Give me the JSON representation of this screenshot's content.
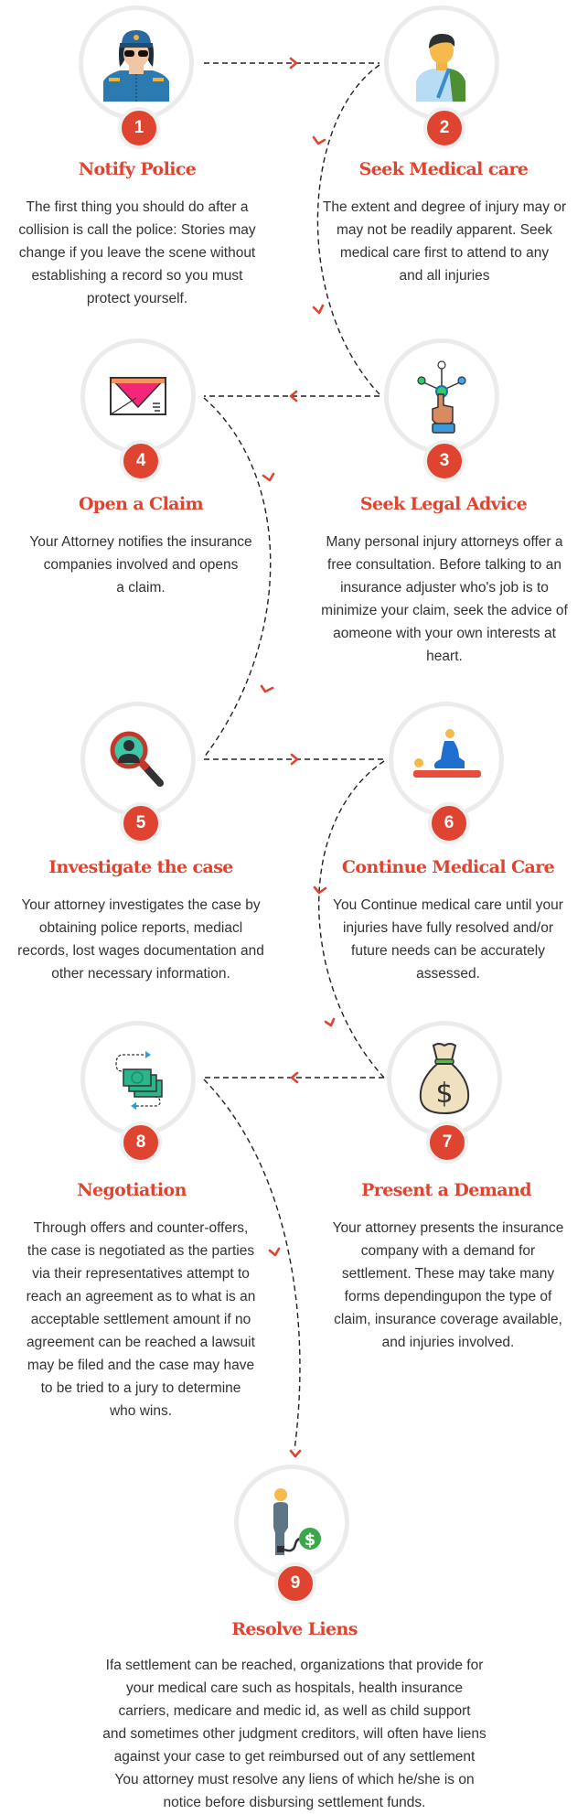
{
  "steps": [
    {
      "number": "1",
      "title": "Notify Police",
      "icon": "police-officer-icon",
      "lines": [
        "The first thing you should do after a",
        "collision is call the police: Stories may",
        "change if you leave the scene without",
        "establishing a record so you must",
        "protect yourself."
      ]
    },
    {
      "number": "2",
      "title": "Seek Medical care",
      "icon": "injured-person-icon",
      "lines": [
        "The extent and degree of injury may or",
        "may not be readily apparent. Seek",
        "medical care first to attend to any",
        "and all injuries"
      ]
    },
    {
      "number": "3",
      "title": "Seek Legal Advice",
      "icon": "network-hand-icon",
      "lines": [
        "Many personal injury attorneys offer a",
        "free consultation. Before talking to an",
        "insurance adjuster who's job is to",
        "minimize your claim, seek the advice of",
        "aomeone with your own interests at",
        "heart."
      ]
    },
    {
      "number": "4",
      "title": "Open a Claim",
      "icon": "envelope-icon",
      "lines": [
        "Your Attorney notifies the insurance",
        "companies involved and opens",
        "a claim."
      ]
    },
    {
      "number": "5",
      "title": "Investigate the case",
      "icon": "magnifier-person-icon",
      "lines": [
        "Your attorney investigates the case by",
        "obtaining  police reports, mediacl",
        "records, lost wages documentation and",
        "other necessary information."
      ]
    },
    {
      "number": "6",
      "title": "Continue Medical Care",
      "icon": "physiotherapy-icon",
      "lines": [
        "You Continue medical care until your",
        "injuries have fully resolved and/or",
        "future needs can be accurately",
        "assessed."
      ]
    },
    {
      "number": "7",
      "title": "Present a Demand",
      "icon": "money-bag-icon",
      "lines": [
        "Your attorney presents the insurance",
        "company with a demand for",
        "settlement. These may take many",
        "forms dependingupon the type of",
        "claim, insurance coverage available,",
        "and injuries involved."
      ]
    },
    {
      "number": "8",
      "title": "Negotiation",
      "icon": "money-exchange-icon",
      "lines": [
        "Through offers and counter-offers,",
        "the case is negotiated as the parties",
        "via their representatives attempt to",
        "reach an agreement as to what is an",
        "acceptable settlement amount if no",
        "agreement can be reached a lawsuit",
        "may be filed and the case may have",
        "to be tried to a jury to determine",
        "who wins."
      ]
    },
    {
      "number": "9",
      "title": "Resolve Liens",
      "icon": "person-chained-money-icon",
      "lines": [
        "Ifa settlement can be reached, organizations that provide for",
        "your medical care such as hospitals, health  insurance",
        "carriers, medicare and medic id, as well as child support",
        "and sometimes other judgment creditors, will often have liens",
        "against your case to get reimbursed out of any settlement",
        "You attorney must resolve any liens of which he/she is on",
        "notice before disbursing settlement funds."
      ]
    }
  ],
  "colors": {
    "accent": "#de4430",
    "ring": "#ebebeb",
    "text": "#333333",
    "connector": "#222222"
  }
}
